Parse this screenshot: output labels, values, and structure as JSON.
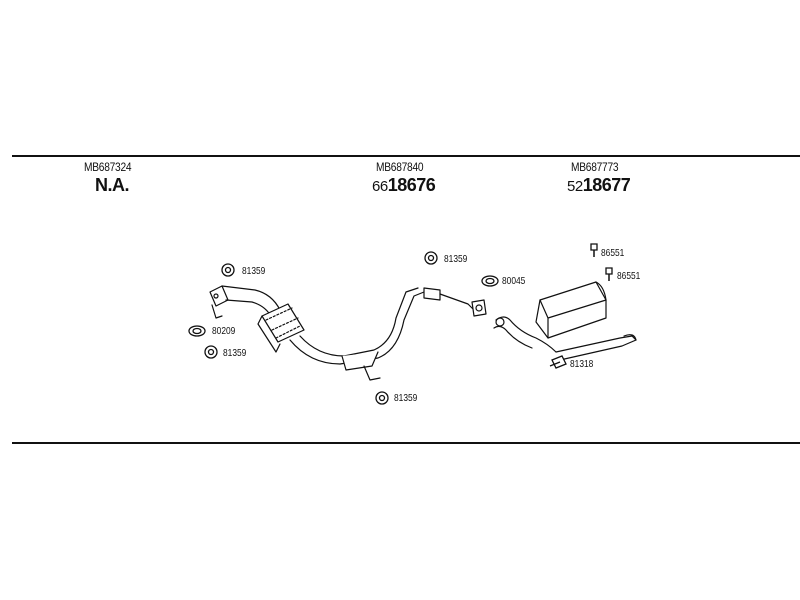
{
  "columns": [
    {
      "part_number": "MB687324",
      "code": "N.A.",
      "code_prefix": ""
    },
    {
      "part_number": "MB687840",
      "code_prefix": "66",
      "code": "18676"
    },
    {
      "part_number": "MB687773",
      "code_prefix": "52",
      "code": "18677"
    }
  ],
  "callouts": {
    "c1": "81359",
    "c2": "80209",
    "c3": "81359",
    "c4": "81359",
    "c5": "81359",
    "c6": "80045",
    "c7": "86551",
    "c8": "86551",
    "c9": "81318"
  }
}
